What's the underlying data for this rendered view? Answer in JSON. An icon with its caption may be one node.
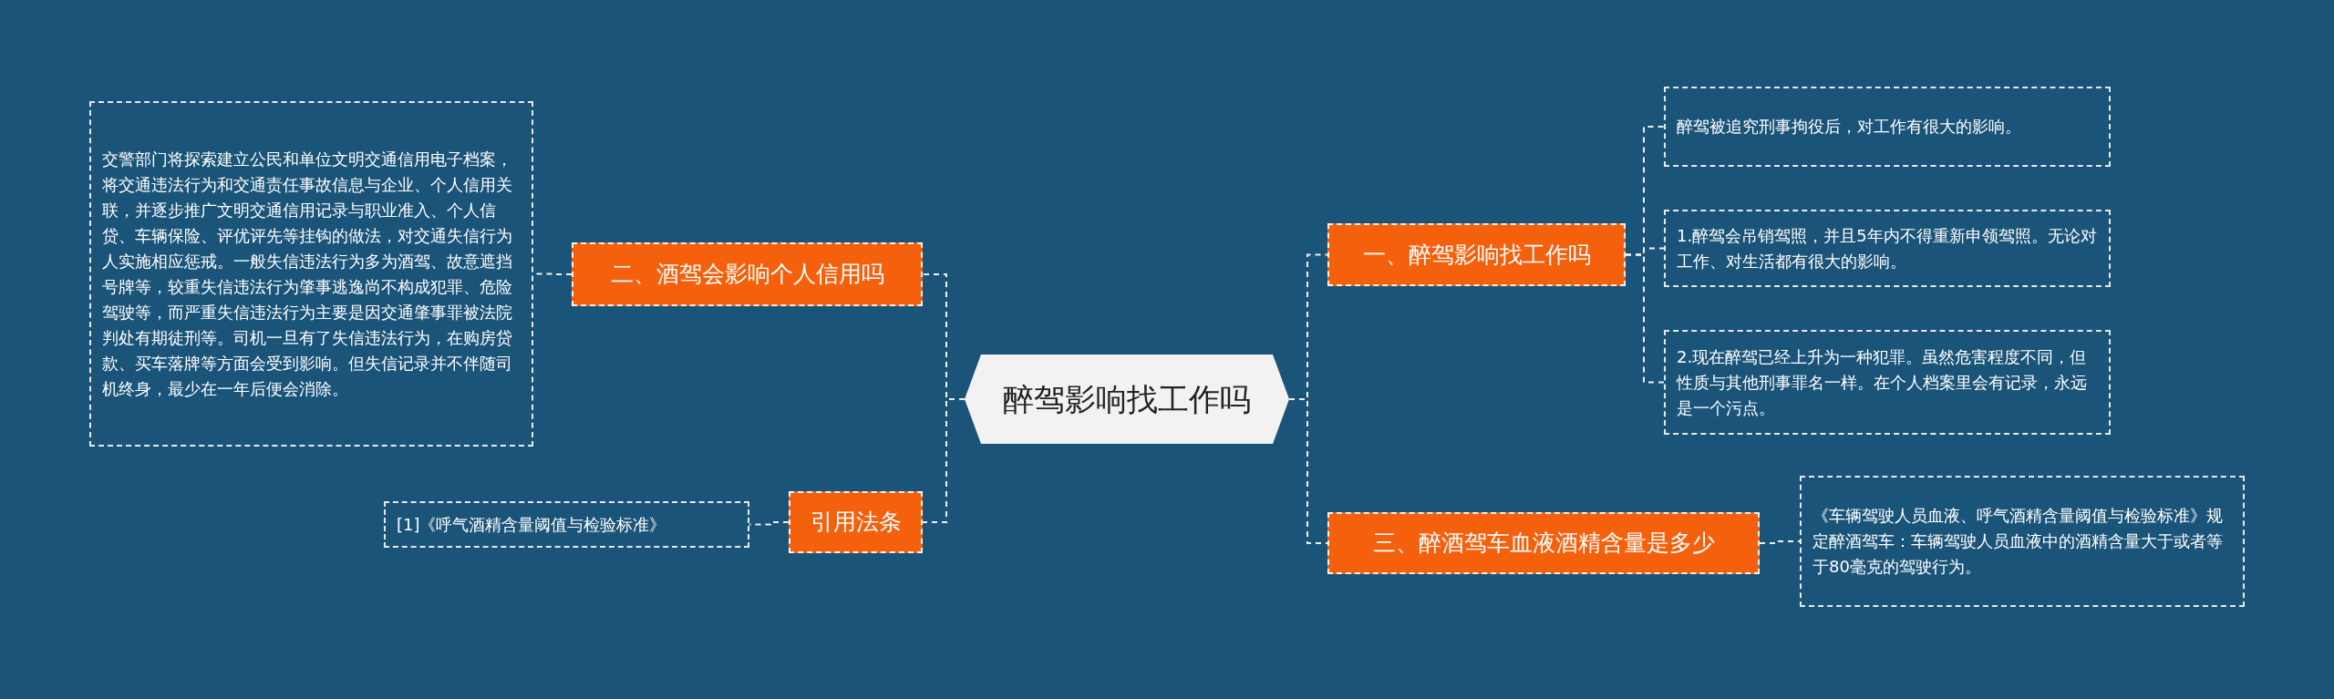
{
  "diagram": {
    "nodes": [
      {
        "text": [
          "醉驾影响找工作吗"
        ]
      },
      {
        "text": [
          "一、醉驾影响找工作吗"
        ]
      },
      {
        "text": [
          "醉驾被追究刑事拘役后，对工作有很大的影响。"
        ]
      },
      {
        "text": [
          "1.醉驾会吊销驾照，并且5年内不得重新申领驾照。无论对工作、对生活都有很大的影响。"
        ]
      },
      {
        "text": [
          "2.现在醉驾已经上升为一种犯罪。虽然危害程度不同，但性质与其他刑事罪名一样。在个人档案里会有记录，永远是一个污点。"
        ]
      },
      {
        "text": [
          "三、醉酒驾车血液酒精含量是多少"
        ]
      },
      {
        "text": [
          "《车辆驾驶人员血液、呼气酒精含量阈值与检验标准》规定醉酒驾车：车辆驾驶人员血液中的酒精含量大于或者等于80毫克的驾驶行为。"
        ]
      },
      {
        "text": [
          "二、酒驾会影响个人信用吗"
        ]
      },
      {
        "text": [
          "交警部门将探索建立公民和单位文明交通信用电子档案，将交通违法行为和交通责任事故信息与企业、个人信用关联，并逐步推广文明交通信用记录与职业准入、个人信贷、车辆保险、评优评先等挂钩的做法，对交通失信行为人实施相应惩戒。一般失信违法行为多为酒驾、故意遮挡号牌等，较重失信违法行为肇事逃逸尚不构成犯罪、危险驾驶等，而严重失信违法行为主要是因交通肇事罪被法院判处有期徒刑等。司机一旦有了失信违法行为，在购房贷款、买车落牌等方面会受到影响。但失信记录并不伴随司机终身，最少在一年后便会消除。"
        ]
      },
      {
        "text": [
          "引用法条"
        ]
      },
      {
        "text": [
          "[1]《呼气酒精含量阈值与检验标准》"
        ]
      }
    ],
    "edges": [
      {
        "from": 0,
        "to": 1,
        "arrow": "none"
      },
      {
        "from": 1,
        "to": 2,
        "arrow": "none"
      },
      {
        "from": 1,
        "to": 3,
        "arrow": "none"
      },
      {
        "from": 1,
        "to": 4,
        "arrow": "none"
      },
      {
        "from": 0,
        "to": 5,
        "arrow": "none"
      },
      {
        "from": 5,
        "to": 6,
        "arrow": "none"
      },
      {
        "from": 0,
        "to": 7,
        "arrow": "none"
      },
      {
        "from": 7,
        "to": 8,
        "arrow": "none"
      },
      {
        "from": 0,
        "to": 9,
        "arrow": "none"
      },
      {
        "from": 9,
        "to": 10,
        "arrow": "none"
      }
    ]
  }
}
